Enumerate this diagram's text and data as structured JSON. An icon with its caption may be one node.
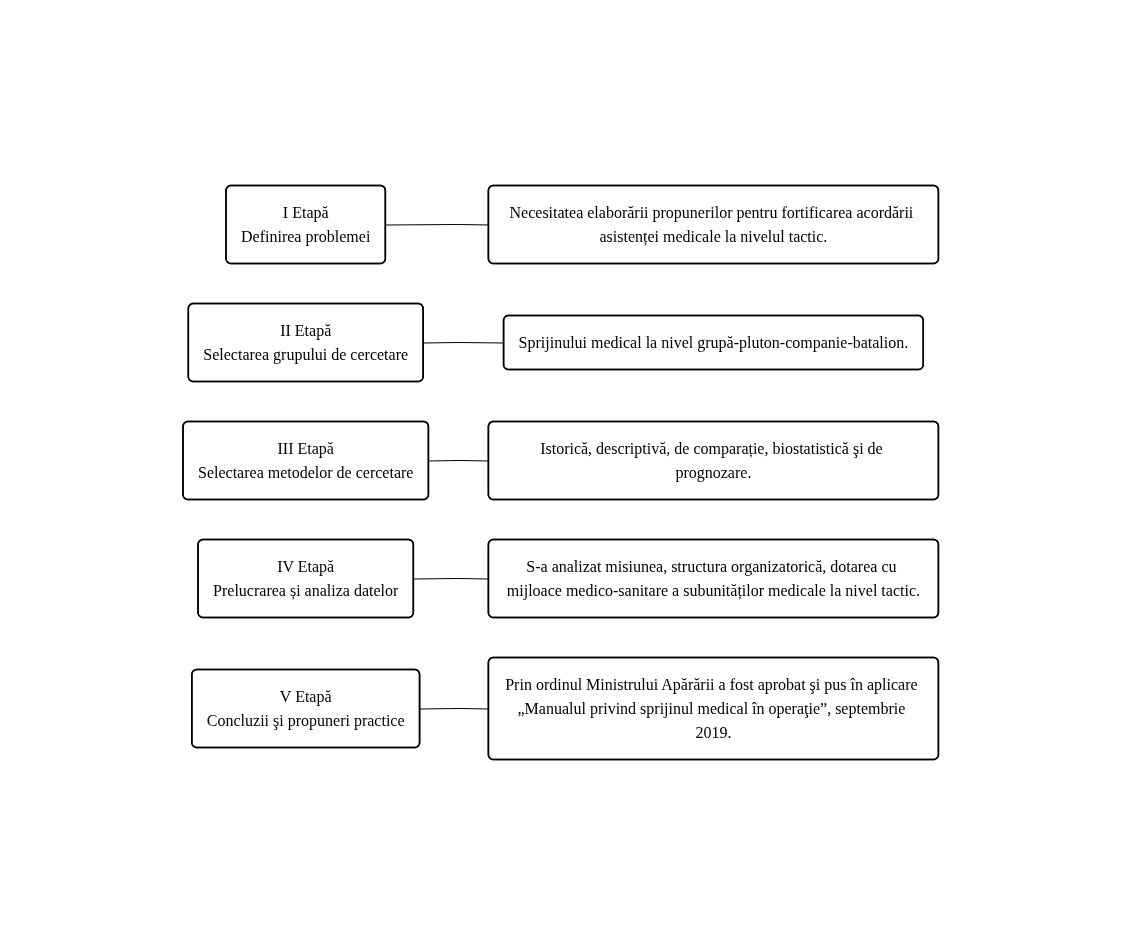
{
  "diagram": {
    "nodes": [
      {
        "text": [
          "I Etapă",
          "Definirea problemei"
        ]
      },
      {
        "text": [
          "Necesitatea elaborării propunerilor pentru fortificarea acordării asistenței medicale la nivelul tactic."
        ]
      },
      {
        "text": [
          "II Etapă",
          "Selectarea grupului de cercetare"
        ]
      },
      {
        "text": [
          "Sprijinului medical la nivel grupă-pluton-companie-batalion."
        ]
      },
      {
        "text": [
          "III Etapă",
          "Selectarea metodelor de cercetare"
        ]
      },
      {
        "text": [
          "Istorică, descriptivă, de comparație, biostatistică şi de prognozare."
        ]
      },
      {
        "text": [
          "IV Etapă",
          "Prelucrarea și analiza datelor"
        ]
      },
      {
        "text": [
          "S-a analizat misiunea, structura organizatorică, dotarea cu mijloace medico-sanitare a subunităților medicale la nivel tactic."
        ]
      },
      {
        "text": [
          "V Etapă",
          "Concluzii şi propuneri practice"
        ]
      },
      {
        "text": [
          "Prin ordinul Ministrului Apărării a fost aprobat şi pus în aplicare „Manualul privind sprijinul medical în operaţie”, septembrie 2019."
        ]
      }
    ],
    "edges": [
      {
        "from": 0,
        "to": 1,
        "arrow": "none"
      },
      {
        "from": 2,
        "to": 3,
        "arrow": "none"
      },
      {
        "from": 4,
        "to": 5,
        "arrow": "none"
      },
      {
        "from": 6,
        "to": 7,
        "arrow": "none"
      },
      {
        "from": 8,
        "to": 9,
        "arrow": "none"
      }
    ]
  }
}
